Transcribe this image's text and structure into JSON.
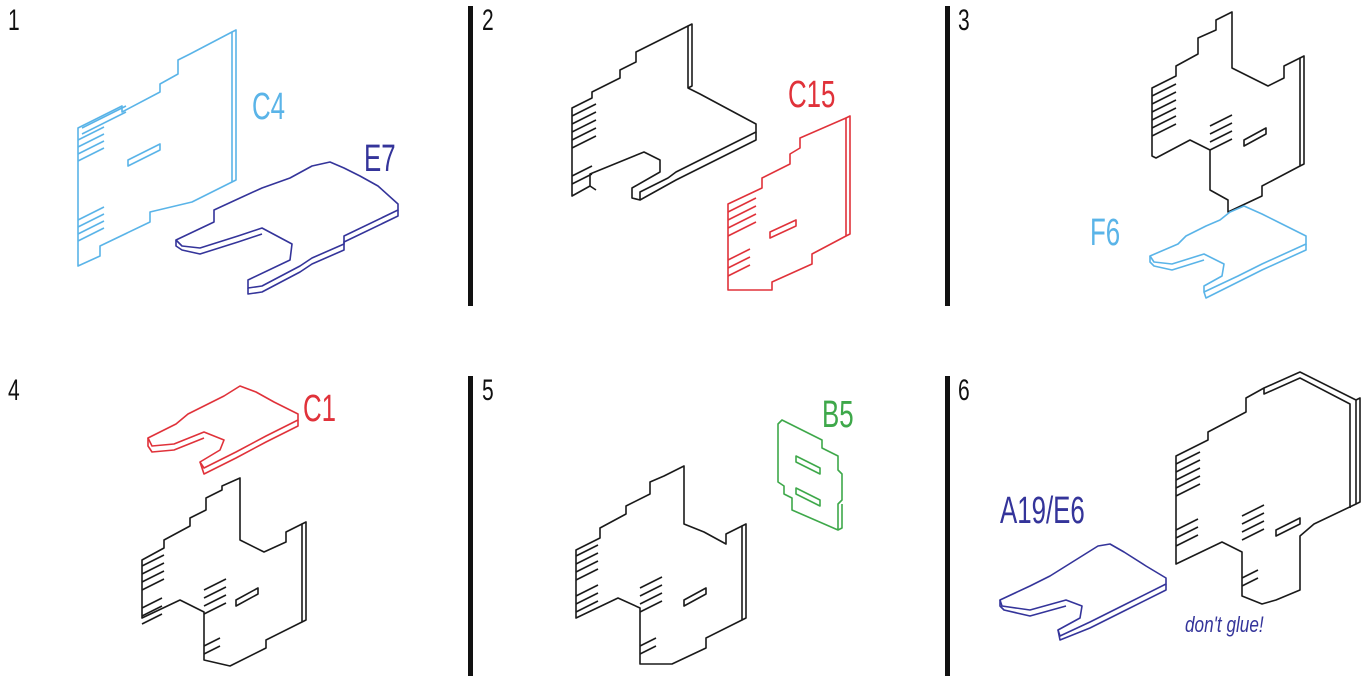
{
  "colors": {
    "black": "#1a1a1a",
    "light_blue": "#5ab4e8",
    "navy": "#34349a",
    "red": "#e0323a",
    "green": "#3ea84a"
  },
  "steps": [
    {
      "number": "1",
      "parts": [
        {
          "label": "C4",
          "color": "light_blue"
        },
        {
          "label": "E7",
          "color": "navy"
        }
      ]
    },
    {
      "number": "2",
      "parts": [
        {
          "label": "C15",
          "color": "red"
        }
      ]
    },
    {
      "number": "3",
      "parts": [
        {
          "label": "F6",
          "color": "light_blue"
        }
      ]
    },
    {
      "number": "4",
      "parts": [
        {
          "label": "C1",
          "color": "red"
        }
      ]
    },
    {
      "number": "5",
      "parts": [
        {
          "label": "B5",
          "color": "green"
        }
      ]
    },
    {
      "number": "6",
      "parts": [
        {
          "label": "A19/E6",
          "color": "navy"
        }
      ],
      "note": "don't glue!"
    }
  ]
}
